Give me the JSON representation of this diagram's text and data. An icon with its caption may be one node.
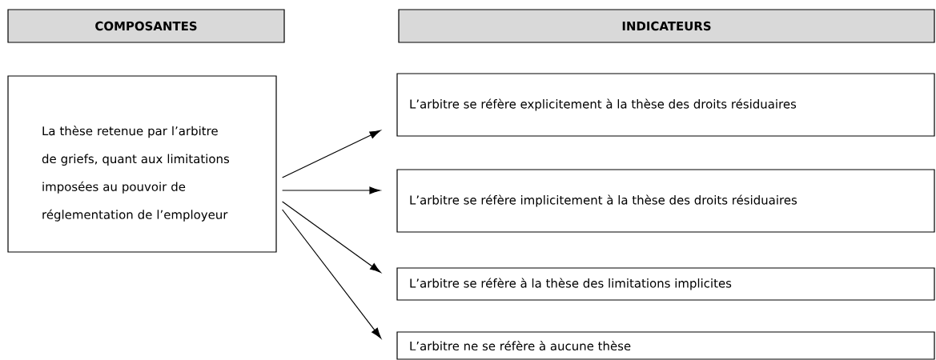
{
  "diagram": {
    "nodes": [
      {
        "text": [
          "COMPOSANTES"
        ]
      },
      {
        "text": [
          "INDICATEURS"
        ]
      },
      {
        "text": [
          "La thèse retenue par l’arbitre de griefs, quant aux limitations imposées au pouvoir de réglementation de l’employeur"
        ]
      },
      {
        "text": [
          "L’arbitre se réfère explicitement à la thèse des droits résiduaires"
        ]
      },
      {
        "text": [
          "L’arbitre se réfère implicitement à la thèse des droits résiduaires"
        ]
      },
      {
        "text": [
          "L’arbitre se réfère à la thèse des limitations implicites"
        ]
      },
      {
        "text": [
          "L’arbitre ne se réfère à aucune thèse"
        ]
      }
    ],
    "edges": [
      {
        "from": 2,
        "to": 3,
        "arrow": "to"
      },
      {
        "from": 2,
        "to": 4,
        "arrow": "to"
      },
      {
        "from": 2,
        "to": 5,
        "arrow": "to"
      },
      {
        "from": 2,
        "to": 6,
        "arrow": "to"
      }
    ]
  }
}
